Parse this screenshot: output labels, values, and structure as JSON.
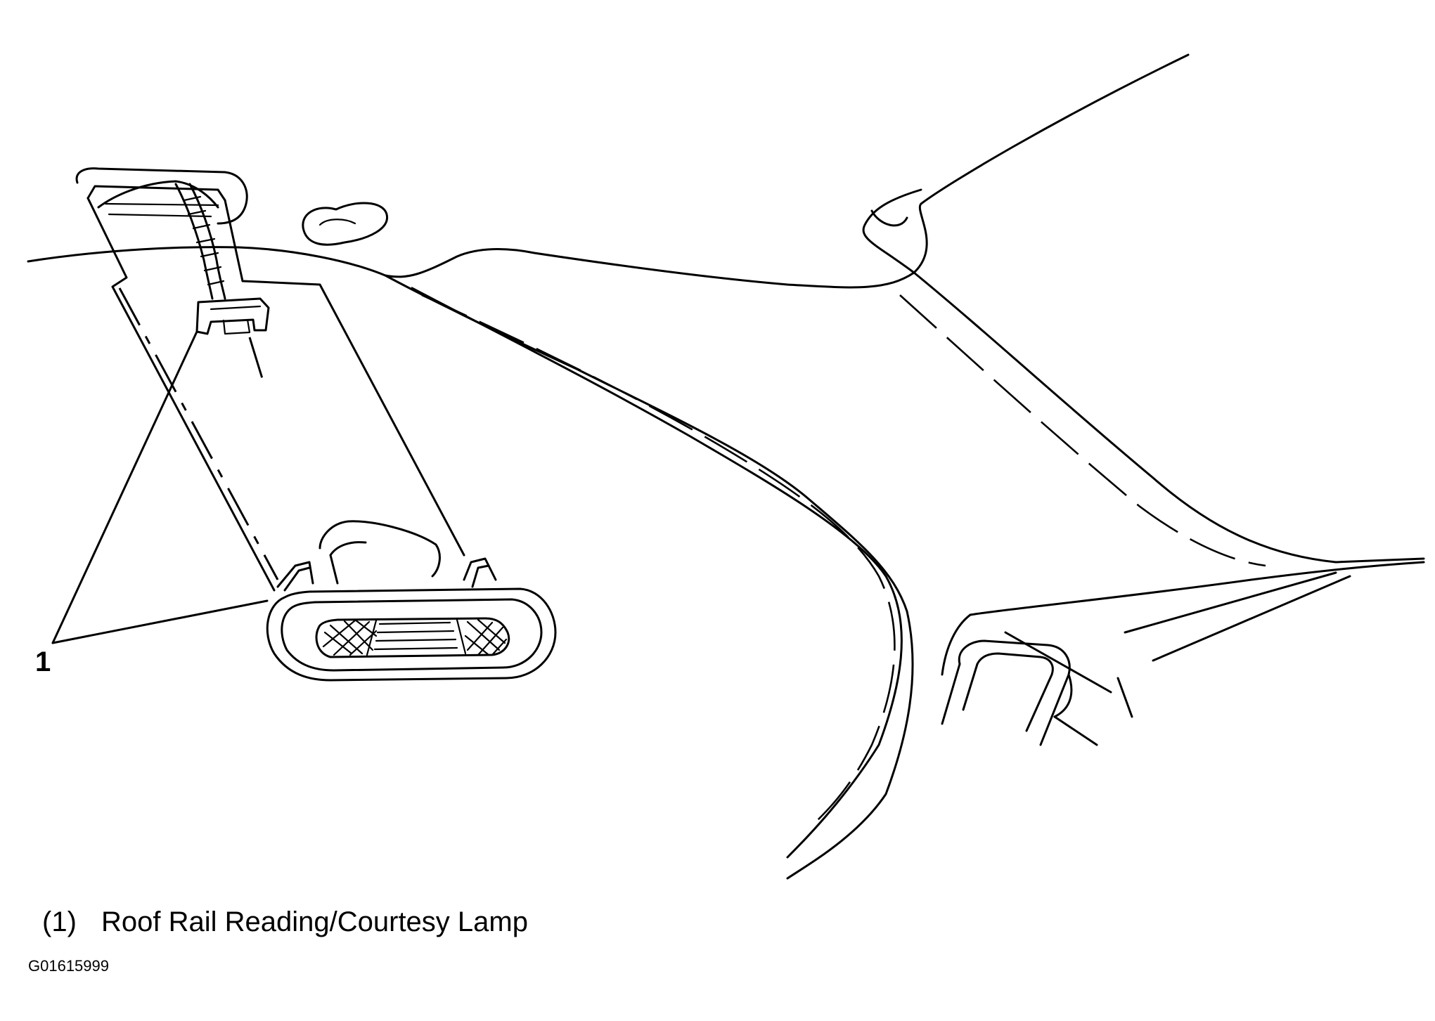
{
  "callout": {
    "number": "1"
  },
  "legend": {
    "number": "(1)",
    "label": "Roof Rail Reading/Courtesy Lamp"
  },
  "figure_code": "G01615999"
}
